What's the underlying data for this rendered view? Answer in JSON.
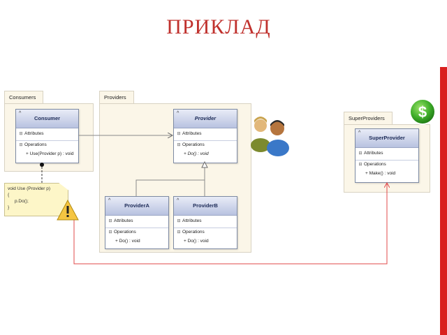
{
  "slide": {
    "title": "ПРИКЛАД"
  },
  "packages": {
    "consumers": "Consumers",
    "providers": "Providers",
    "superproviders": "SuperProviders"
  },
  "classes": {
    "consumer": {
      "name": "Consumer",
      "attributes": "Attributes",
      "operations": "Operations",
      "op1": "+ Use(Provider p) : void"
    },
    "provider": {
      "name": "Provider",
      "attributes": "Attributes",
      "operations": "Operations",
      "op1": "+ Do() : void"
    },
    "providerA": {
      "name": "ProviderA",
      "attributes": "Attributes",
      "operations": "Operations",
      "op1": "+ Do() : void"
    },
    "providerB": {
      "name": "ProviderB",
      "attributes": "Attributes",
      "operations": "Operations",
      "op1": "+ Do() : void"
    },
    "superProvider": {
      "name": "SuperProvider",
      "attributes": "Attributes",
      "operations": "Operations",
      "op1": "+ Make() : void"
    }
  },
  "note": {
    "line1": "void Use (Provider p)",
    "line2": "{",
    "line3": "p.Do();",
    "line4": "}"
  },
  "symbols": {
    "expand": "⊟",
    "caret": "^",
    "dollar": "$",
    "warning": "!"
  },
  "colors": {
    "title": "#c0312d",
    "accent_bar": "#d9201e",
    "error_connector": "#e0484a",
    "class_header": "#b8c2e0"
  },
  "icons": [
    "users-icon",
    "dollar-badge-icon",
    "warning-icon"
  ]
}
